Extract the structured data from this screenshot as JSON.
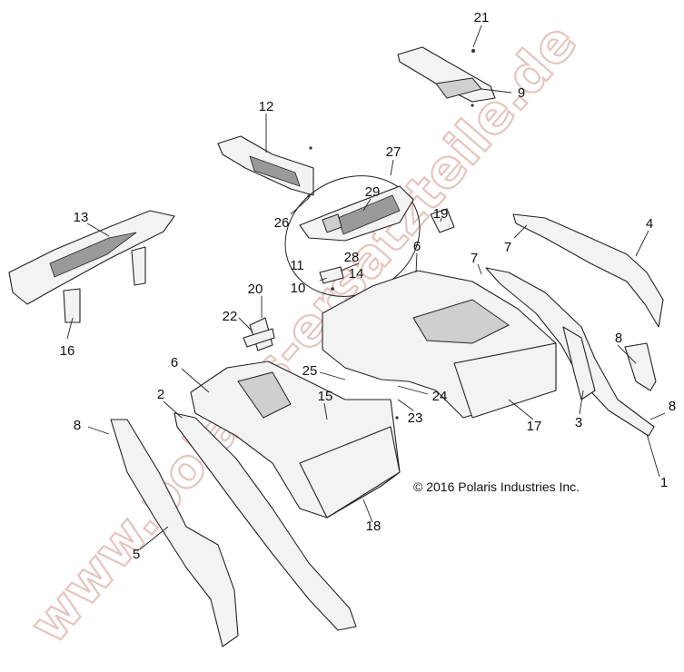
{
  "callouts": [
    {
      "id": "c21",
      "text": "21"
    },
    {
      "id": "c9",
      "text": "9"
    },
    {
      "id": "c12",
      "text": "12"
    },
    {
      "id": "c27",
      "text": "27"
    },
    {
      "id": "c29",
      "text": "29"
    },
    {
      "id": "c26",
      "text": "26"
    },
    {
      "id": "c13",
      "text": "13"
    },
    {
      "id": "c19",
      "text": "19"
    },
    {
      "id": "c4",
      "text": "4"
    },
    {
      "id": "c7a",
      "text": "7"
    },
    {
      "id": "c28",
      "text": "28"
    },
    {
      "id": "c6a",
      "text": "6"
    },
    {
      "id": "c7b",
      "text": "7"
    },
    {
      "id": "c11",
      "text": "11"
    },
    {
      "id": "c14",
      "text": "14"
    },
    {
      "id": "c10",
      "text": "10"
    },
    {
      "id": "c20",
      "text": "20"
    },
    {
      "id": "c16",
      "text": "16"
    },
    {
      "id": "c22",
      "text": "22"
    },
    {
      "id": "c8a",
      "text": "8"
    },
    {
      "id": "c6b",
      "text": "6"
    },
    {
      "id": "c25",
      "text": "25"
    },
    {
      "id": "c15",
      "text": "15"
    },
    {
      "id": "c24",
      "text": "24"
    },
    {
      "id": "c2",
      "text": "2"
    },
    {
      "id": "c23",
      "text": "23"
    },
    {
      "id": "c3",
      "text": "3"
    },
    {
      "id": "c8b",
      "text": "8"
    },
    {
      "id": "c17",
      "text": "17"
    },
    {
      "id": "c8c",
      "text": "8"
    },
    {
      "id": "c1",
      "text": "1"
    },
    {
      "id": "c18",
      "text": "18"
    },
    {
      "id": "c5",
      "text": "5"
    }
  ],
  "copyright": "© 2016 Polaris Industries Inc.",
  "watermark": "www.polaris-ersatzteile.de"
}
